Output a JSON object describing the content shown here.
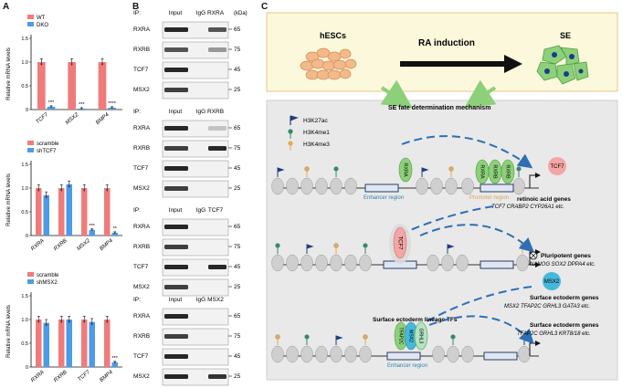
{
  "panels": {
    "A": "A",
    "B": "B",
    "C": "C"
  },
  "A": {
    "ylabel": "Relative mRNA levels",
    "colors": {
      "red": "#f07b7b",
      "blue": "#4c9be8"
    },
    "charts": [
      {
        "legend": [
          "WT",
          "DKO"
        ],
        "categories": [
          "TCF7",
          "MSX2",
          "BMP4"
        ],
        "ymax": 1.5,
        "ticks": [
          "0",
          "0.5",
          "1.0",
          "1.5"
        ],
        "series": [
          [
            1.0,
            1.0,
            1.0
          ],
          [
            0.06,
            0.02,
            0.04
          ]
        ],
        "stars": [
          "***",
          "***",
          "****"
        ]
      },
      {
        "legend": [
          "scramble",
          "shTCF7"
        ],
        "categories": [
          "RXRA",
          "RXRB",
          "MSX2",
          "BMP4"
        ],
        "ymax": 1.5,
        "ticks": [
          "0",
          "0.5",
          "1.0",
          "1.5"
        ],
        "series": [
          [
            1.0,
            1.0,
            1.0,
            1.0
          ],
          [
            0.85,
            1.08,
            0.12,
            0.06
          ]
        ],
        "stars": [
          "",
          "",
          "***",
          "**"
        ]
      },
      {
        "legend": [
          "scramble",
          "shMSX2"
        ],
        "categories": [
          "RXRA",
          "RXRB",
          "TCF7",
          "BMP4"
        ],
        "ymax": 1.5,
        "ticks": [
          "0",
          "0.5",
          "1.0",
          "1.5"
        ],
        "series": [
          [
            1.0,
            1.0,
            1.0,
            1.0
          ],
          [
            0.93,
            1.0,
            0.95,
            0.1
          ]
        ],
        "stars": [
          "",
          "",
          "",
          "***"
        ]
      }
    ]
  },
  "B": {
    "ip_label": "IP:",
    "kda": "(kDa)",
    "blocks": [
      {
        "cols": [
          "Input",
          "IgG",
          "RXRA"
        ],
        "rows": [
          "RXRA",
          "RXRB",
          "TCF7",
          "MSX2"
        ],
        "mw": [
          "65",
          "75",
          "45",
          "25"
        ]
      },
      {
        "cols": [
          "Input",
          "IgG",
          "RXRB"
        ],
        "rows": [
          "RXRA",
          "RXRB",
          "TCF7",
          "MSX2"
        ],
        "mw": [
          "65",
          "75",
          "45",
          "25"
        ]
      },
      {
        "cols": [
          "Input",
          "IgG",
          "TCF7"
        ],
        "rows": [
          "RXRA",
          "RXRB",
          "TCF7",
          "MSX2"
        ],
        "mw": [
          "65",
          "75",
          "45",
          "25"
        ]
      },
      {
        "cols": [
          "Input",
          "IgG",
          "MSX2"
        ],
        "rows": [
          "RXRA",
          "RXRB",
          "TCF7",
          "MSX2"
        ],
        "mw": [
          "65",
          "75",
          "45",
          "25"
        ]
      }
    ]
  },
  "C": {
    "hescs": "hESCs",
    "ra_induction": "RA induction",
    "se": "SE",
    "mechanism_title": "SE fate determination mechanism",
    "legend": [
      "H3K27ac",
      "H3K4me1",
      "H3K4me3"
    ],
    "enhancer_region": "Enhancer region",
    "promoter_region": "Promoter region",
    "tcf7": "TCF7",
    "rxra": "RXRA",
    "rxrb": "RXRB",
    "msx2": "MSX2",
    "grhl3": "GRHL3",
    "tfap2c": "TFAP2C",
    "ra_genes_title": "retinoic acid genes",
    "ra_genes": "TCF7  CRABP2  CYP26A1  etc.",
    "pluri_title": "Pluripotent genes",
    "pluri_genes": "NANOG  SOX2  DPPA4 etc.",
    "surf1_title": "Surface ectoderm genes",
    "surf1_genes": "MSX2  TFAP2C  GRHL3  GATA3  etc.",
    "lineage_tfs": "Surface ectoderm lineage TFs",
    "surf2_title": "Surface ectoderm genes",
    "surf2_genes": "TFAP2C  GRHL3  KRT8/18 etc.",
    "colors": {
      "box_bg": "#fbf8dc",
      "box_border": "#e8c98a",
      "lower_bg": "#e9e9e9",
      "green": "#8dd07a",
      "pink": "#f4a5a5",
      "teal": "#46b8dc"
    }
  }
}
